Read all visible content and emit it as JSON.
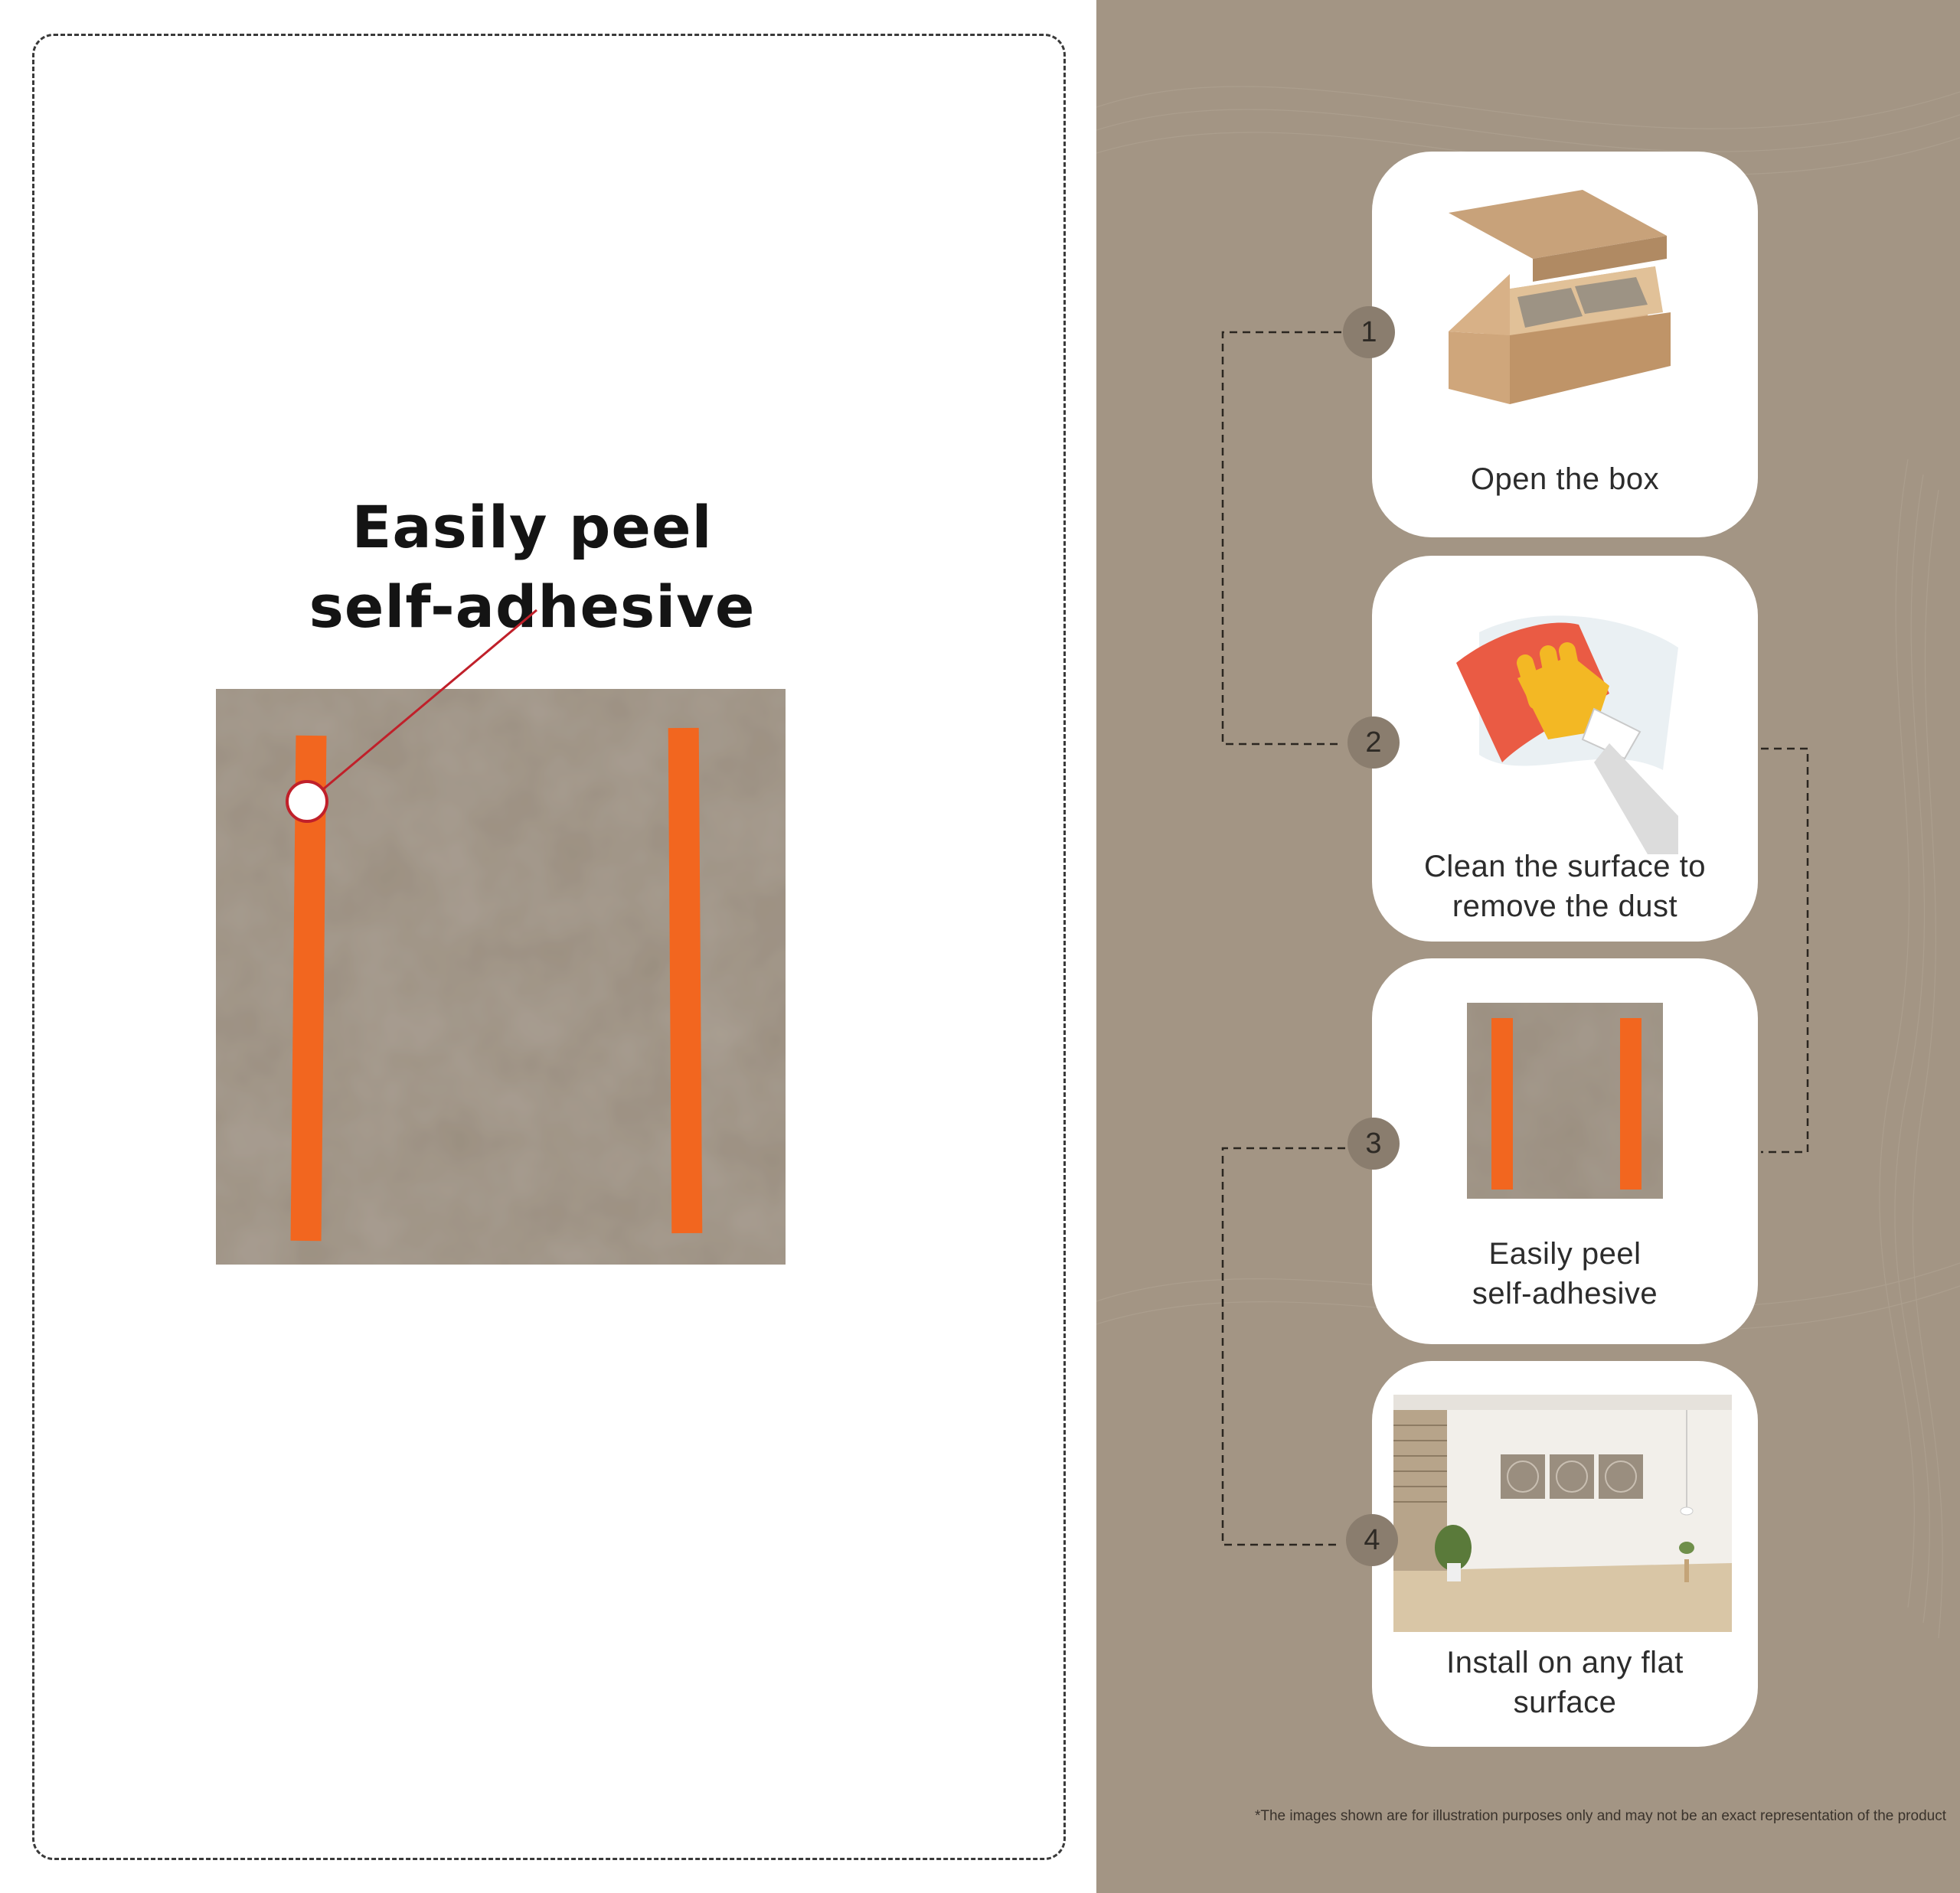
{
  "left": {
    "heading_line1": "Easily peel",
    "heading_line2": "self-adhesive"
  },
  "steps": [
    {
      "number": "1",
      "label_lines": [
        "Open the box"
      ],
      "image": "open-cardboard-box"
    },
    {
      "number": "2",
      "label_lines": [
        "Clean the surface to",
        "remove the dust"
      ],
      "image": "cleaning-cloth-glove"
    },
    {
      "number": "3",
      "label_lines": [
        "Easily peel",
        "self-adhesive"
      ],
      "image": "panel-with-adhesive-strips"
    },
    {
      "number": "4",
      "label_lines": [
        "Install on any flat",
        "surface"
      ],
      "image": "room-with-wall-panels"
    }
  ],
  "disclaimer": "*The images shown are for illustration purposes only and may not be an exact representation of the product",
  "colors": {
    "panel_background": "#a39584",
    "felt_panel": "#9a8e7f",
    "adhesive_strip": "#f2661f",
    "callout_line": "#c0202a",
    "step_badge": "#8a7d6e"
  }
}
